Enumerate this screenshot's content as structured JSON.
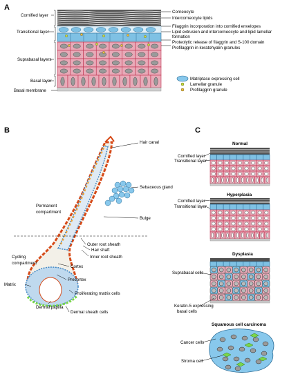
{
  "panels": {
    "a": "A",
    "b": "B",
    "c": "C"
  },
  "panel_a": {
    "left_labels": [
      "Cornified layer",
      "Transitional layer",
      "Suprabasal layers",
      "Basal layer",
      "Basal membrane"
    ],
    "right_labels": [
      "Corneocyte",
      "Intercorneocyte lipids",
      "Filaggrin incorporation into cornified envelopes",
      "Lipid extrusion and intercorneocyte and lipid lamellar",
      "formation",
      "Proteolytic release of filaggrin  and  S-100 domain",
      "Profilaggrin in keratohyalin granules"
    ],
    "legend": [
      "Matriptase expressing cell",
      "Lamellar granule",
      "Profilaggrin granule"
    ]
  },
  "panel_b": {
    "labels": [
      "Hair canal",
      "Sebaceous gland",
      "Permanent",
      "compartment",
      "Bulge",
      "Outer root sheath",
      "Hair shaft",
      "Inner root sheath",
      "Cycling",
      "compartment",
      "Cortex",
      "Precortex",
      "Matrix",
      "Proliferating matrix cells",
      "Dermal papilla",
      "Dermal sheath cells"
    ]
  },
  "panel_c": {
    "titles": [
      "Normal",
      "Hyperplasia",
      "Dysplasia",
      "Squamous cell carcinoma"
    ],
    "normal_labels": [
      "Cornified layer",
      "Transitional layer"
    ],
    "hyperplasia_labels": [
      "Cornified layer",
      "Transitional layer"
    ],
    "dysplasia_labels": [
      "Suprabasal cells",
      "Keratin-5 expressing",
      "basal cells"
    ],
    "scc_labels": [
      "Cancer cells",
      "Stroma cell"
    ]
  },
  "colors": {
    "cell_pink": "#e8aab8",
    "cell_border": "#c0304e",
    "nucleus": "#9a9a9a",
    "cornified": "#505050",
    "transitional_blue": "#7fc1e4",
    "matriptase_blue": "#88c8ec",
    "lamellar_green": "#c8dc3c",
    "profilaggrin_yellow": "#e8c040",
    "follicle_red": "#d64a18",
    "follicle_orange": "#f0a030",
    "stroma_green": "#7ad64a"
  }
}
